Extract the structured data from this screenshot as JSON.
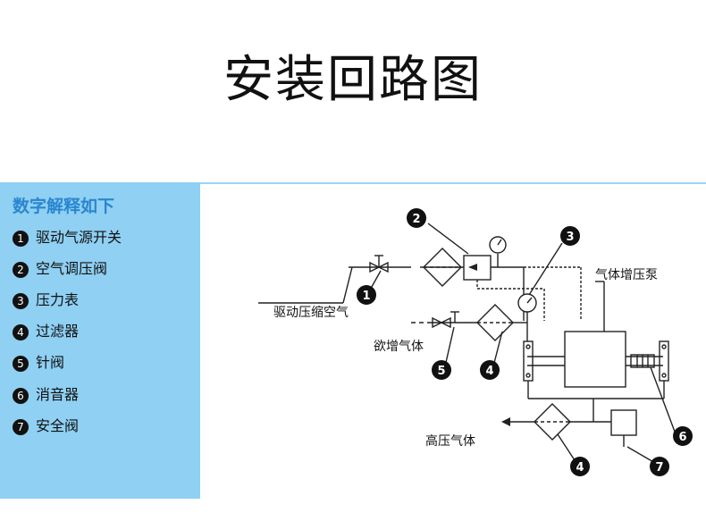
{
  "title": "安装回路图",
  "legend": {
    "heading": "数字解释如下",
    "items": [
      {
        "num": "1",
        "label": "驱动气源开关"
      },
      {
        "num": "2",
        "label": "空气调压阀"
      },
      {
        "num": "3",
        "label": "压力表"
      },
      {
        "num": "4",
        "label": "过滤器"
      },
      {
        "num": "5",
        "label": "针阀"
      },
      {
        "num": "6",
        "label": "消音器"
      },
      {
        "num": "7",
        "label": "安全阀"
      }
    ]
  },
  "diagram": {
    "labels": {
      "drive_air": "驱动压缩空气",
      "pump": "气体增压泵",
      "boost_gas": "欲增气体",
      "high_pressure": "高压气体"
    },
    "callouts": [
      "2",
      "3",
      "1",
      "5",
      "4",
      "6",
      "4",
      "7"
    ]
  }
}
